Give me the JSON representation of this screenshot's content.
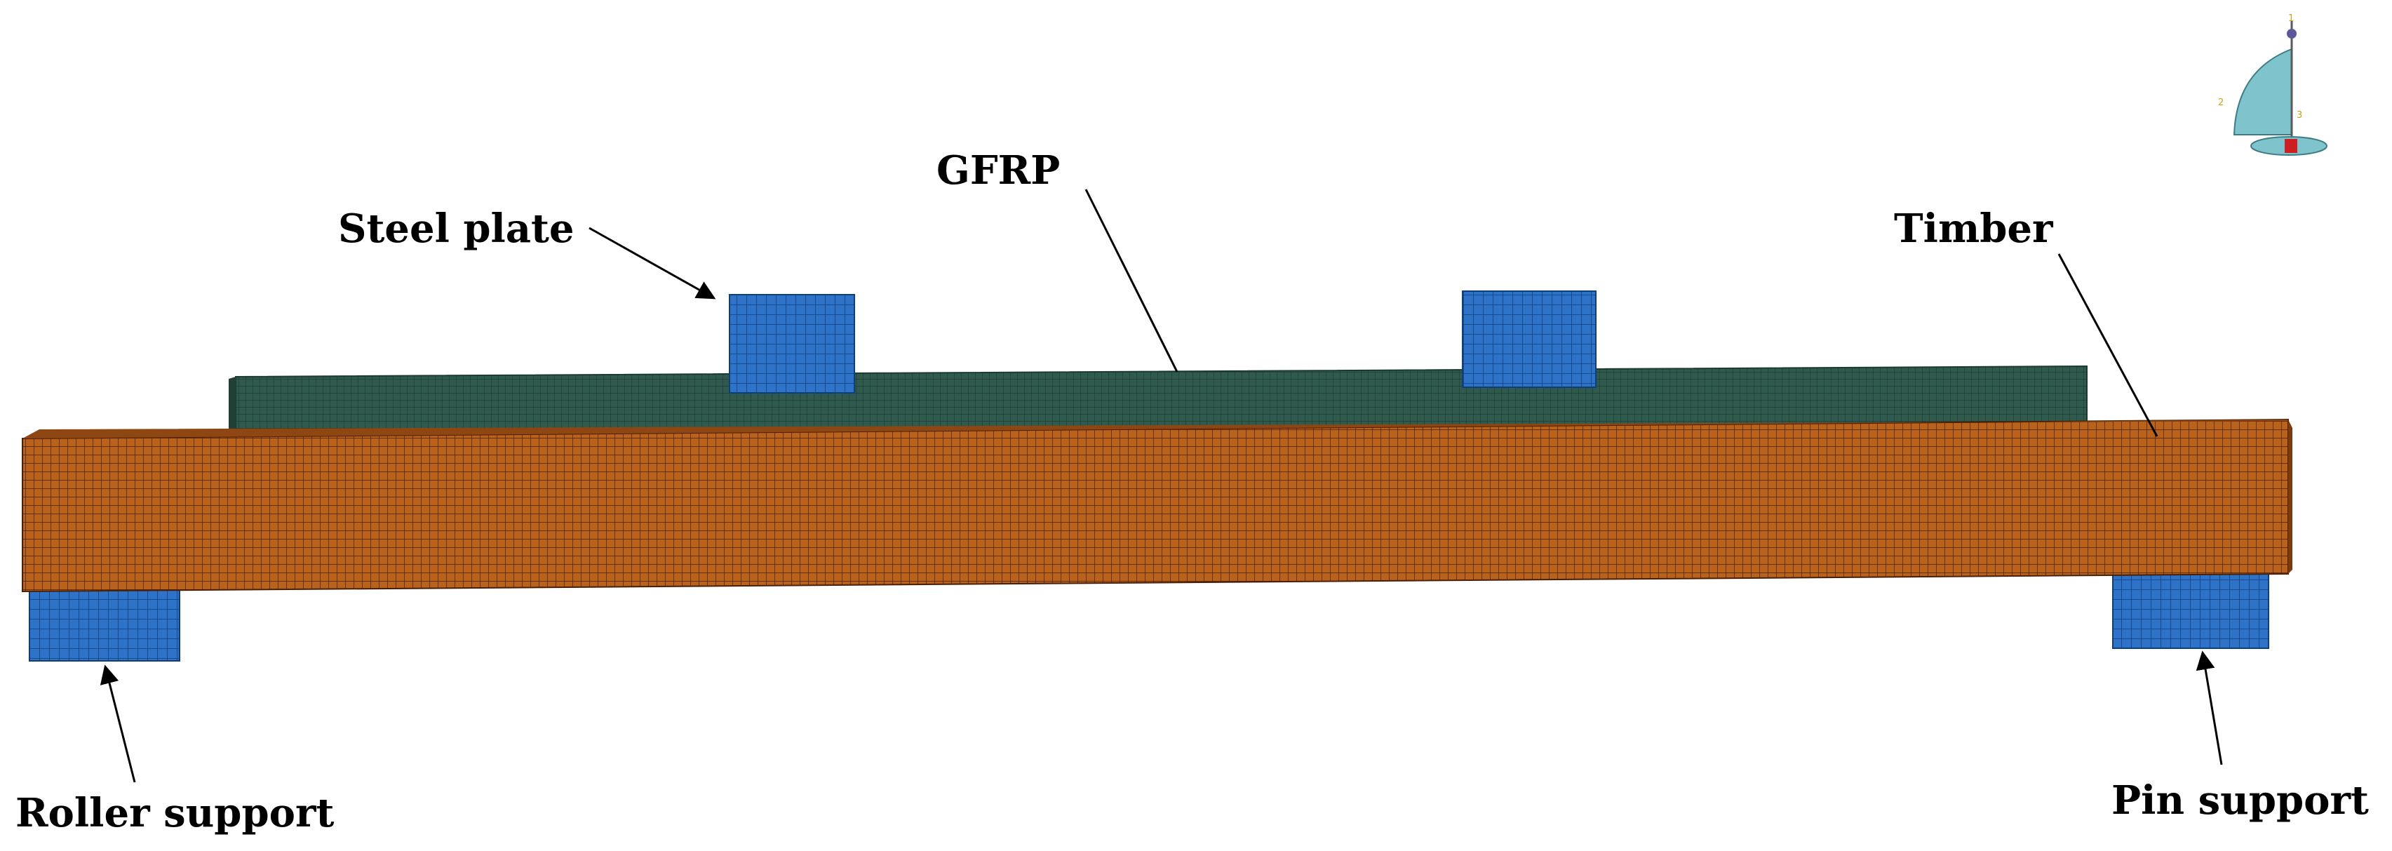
{
  "labels": {
    "steel_plate": "Steel plate",
    "gfrp": "GFRP",
    "timber": "Timber",
    "roller_support": "Roller support",
    "pin_support": "Pin support"
  },
  "triad": {
    "axis_1": "1",
    "axis_2": "2",
    "axis_3": "3"
  },
  "colors": {
    "timber": "#b8621b",
    "timber_mesh": "#4a1f05",
    "gfrp": "#2f5a4d",
    "gfrp_mesh": "#1b3a31",
    "steel": "#2f73c9",
    "steel_mesh": "#0f3f7a",
    "triad_fill": "#7fc4cc",
    "triad_marker": "#cc1f1f"
  }
}
